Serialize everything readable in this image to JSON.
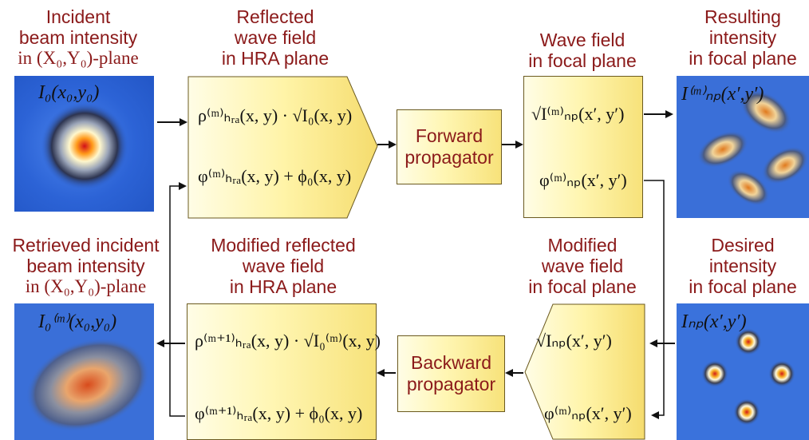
{
  "titles": {
    "incident": [
      "Incident",
      "beam intensity",
      "in (X₀,Y₀)-plane"
    ],
    "reflected": [
      "Reflected",
      "wave field",
      "in HRA plane"
    ],
    "wave_focal": [
      "Wave field",
      "in focal plane"
    ],
    "resulting": [
      "Resulting",
      "intensity",
      "in focal plane"
    ],
    "retrieved": [
      "Retrieved incident",
      "beam intensity",
      "in (X₀,Y₀)-plane"
    ],
    "modified_reflected": [
      "Modified reflected",
      "wave field",
      "in HRA plane"
    ],
    "modified_focal": [
      "Modified",
      "wave field",
      "in focal plane"
    ],
    "desired": [
      "Desired",
      "intensity",
      "in focal plane"
    ]
  },
  "image_labels": {
    "incident": "I₀(x₀,y₀)",
    "resulting": "I⁽ᵐ⁾ₙₚ(x′,y′)",
    "retrieved": "I₀⁽ᵐ⁾(x₀,y₀)",
    "desired": "Iₙₚ(x′,y′)"
  },
  "formulas": {
    "reflected_amp": "ρ⁽ᵐ⁾ₕᵣₐ(x, y) · √I₀(x, y)",
    "reflected_phase": "φ⁽ᵐ⁾ₕᵣₐ(x, y) + ϕ₀(x, y)",
    "focal_amp": "√I⁽ᵐ⁾ₙₚ(x′, y′)",
    "focal_phase": "φ⁽ᵐ⁾ₙₚ(x′, y′)",
    "mod_focal_amp": "√Iₙₚ(x′, y′)",
    "mod_focal_phase": "φ⁽ᵐ⁾ₙₚ(x′, y′)",
    "mod_reflected_amp": "ρ⁽ᵐ⁺¹⁾ₕᵣₐ(x, y) · √I₀⁽ᵐ⁾(x, y)",
    "mod_reflected_phase": "φ⁽ᵐ⁺¹⁾ₕᵣₐ(x, y) + ϕ₀(x, y)"
  },
  "propagators": {
    "forward": [
      "Forward",
      "propagator"
    ],
    "backward": [
      "Backward",
      "propagator"
    ]
  }
}
